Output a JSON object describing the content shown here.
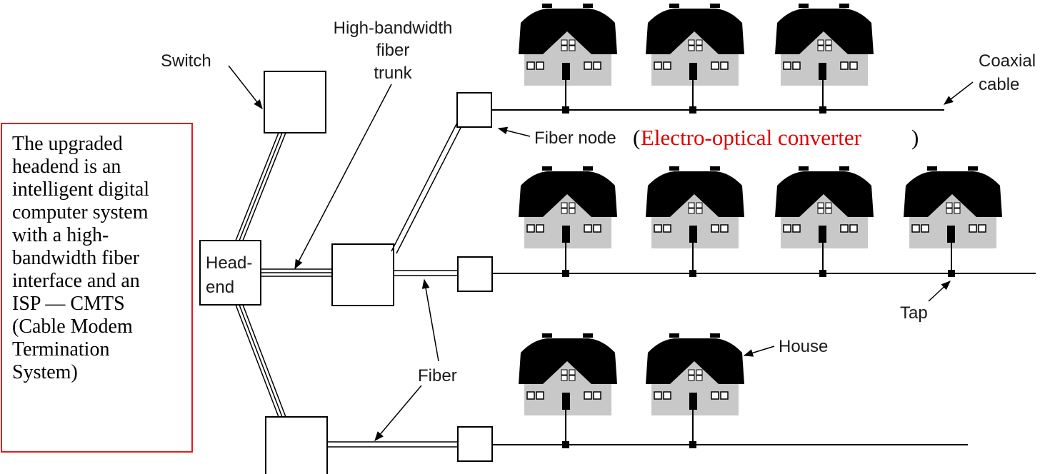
{
  "labels": {
    "switch": "Switch",
    "trunk": [
      "High-bandwidth",
      "fiber",
      "trunk"
    ],
    "coax": [
      "Coaxial",
      "cable"
    ],
    "fiber_node": "Fiber node",
    "fiber_node_note": "Electro-optical converter",
    "headend": [
      "Head-",
      "end"
    ],
    "tap": "Tap",
    "house": "House",
    "fiber": "Fiber"
  },
  "note": {
    "lines": [
      "The upgraded",
      "headend is an",
      "intelligent digital",
      "computer system",
      "with a high-",
      "bandwidth fiber",
      "interface and an",
      "ISP — CMTS",
      "(Cable Modem",
      "Termination",
      "System)"
    ]
  },
  "colors": {
    "accent": "#e00000",
    "house_roof": "#000000",
    "house_wall": "#c8c8c8"
  }
}
